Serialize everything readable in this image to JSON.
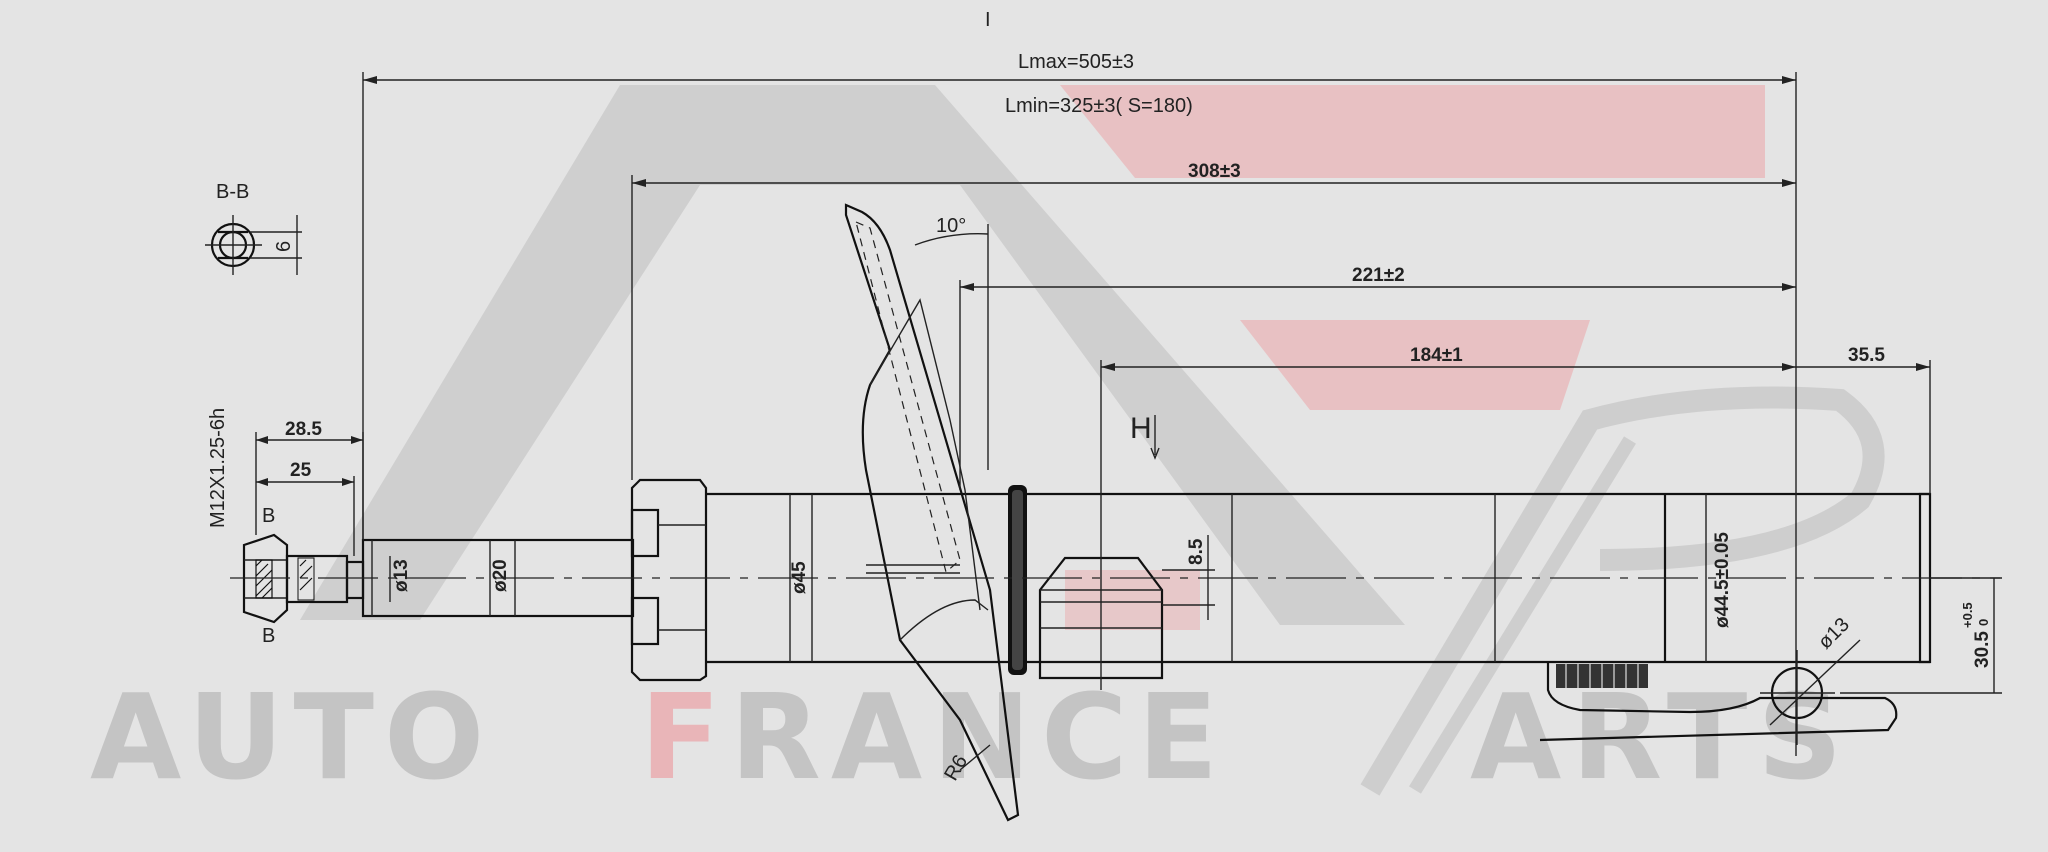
{
  "watermark": {
    "word1": "AUTO",
    "word2_accent": "F",
    "word2_rest": "RANCE",
    "word3_rest": "ARTS",
    "colors": {
      "gray": "#c4c4c4",
      "accent": "#e9b5b8",
      "mark": "#bdbdbd"
    }
  },
  "top_marker": "I",
  "section_label": "B-B",
  "section_dim": "6",
  "thread_spec": "M12X1.25-6h",
  "cut_marks": {
    "upper": "B",
    "lower": "B"
  },
  "dims": {
    "lmax": "Lmax=505±3",
    "lmin": "Lmin=325±3( S=180)",
    "d308": "308±3",
    "d221": "221±2",
    "d184": "184±1",
    "d35_5": "35.5",
    "d28_5": "28.5",
    "d25": "25",
    "angle": "10°",
    "d8_5": "8.5",
    "radius": "R6",
    "marker_h": "H"
  },
  "diameters": {
    "d13_rod": "ø13",
    "d20": "ø20",
    "d45": "ø45",
    "d44_5": "ø44.5±0.05",
    "d13_eye": "ø13"
  },
  "offset": {
    "value": "30.5",
    "tol_upper": "+0.5",
    "tol_lower": "0"
  }
}
